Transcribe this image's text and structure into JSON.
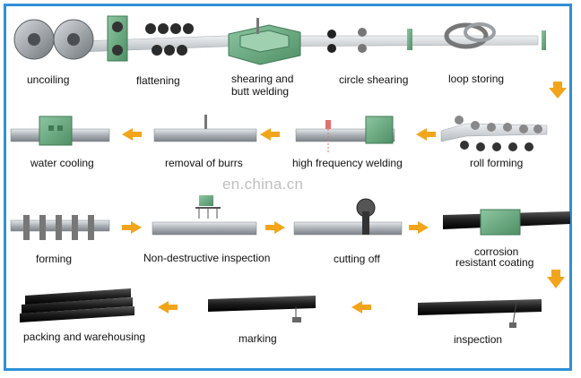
{
  "steps": {
    "uncoiling": "uncoiling",
    "flattening": "flattening",
    "shearing_butt_welding_1": "shearing and",
    "shearing_butt_welding_2": "butt welding",
    "circle_shearing": "circle shearing",
    "loop_storing": "loop storing",
    "water_cooling": "water cooling",
    "removal_of_burrs": "removal of burrs",
    "high_frequency_welding": "high frequency welding",
    "roll_forming": "roll forming",
    "forming": "forming",
    "non_destructive_inspection": "Non-destructive inspection",
    "cutting_off": "cutting off",
    "corrosion_1": "corrosion",
    "corrosion_2": "resistant coating",
    "packing_and_warehousing": "packing and warehousing",
    "marking": "marking",
    "inspection": "inspection"
  },
  "watermark": "en.china.cn",
  "colors": {
    "frame": "#2f8fd6",
    "arrow": "#f2a51a",
    "machine": "#5fa37a",
    "pipe": "#9aa0a4",
    "dark_pipe": "#1e1e1e"
  }
}
